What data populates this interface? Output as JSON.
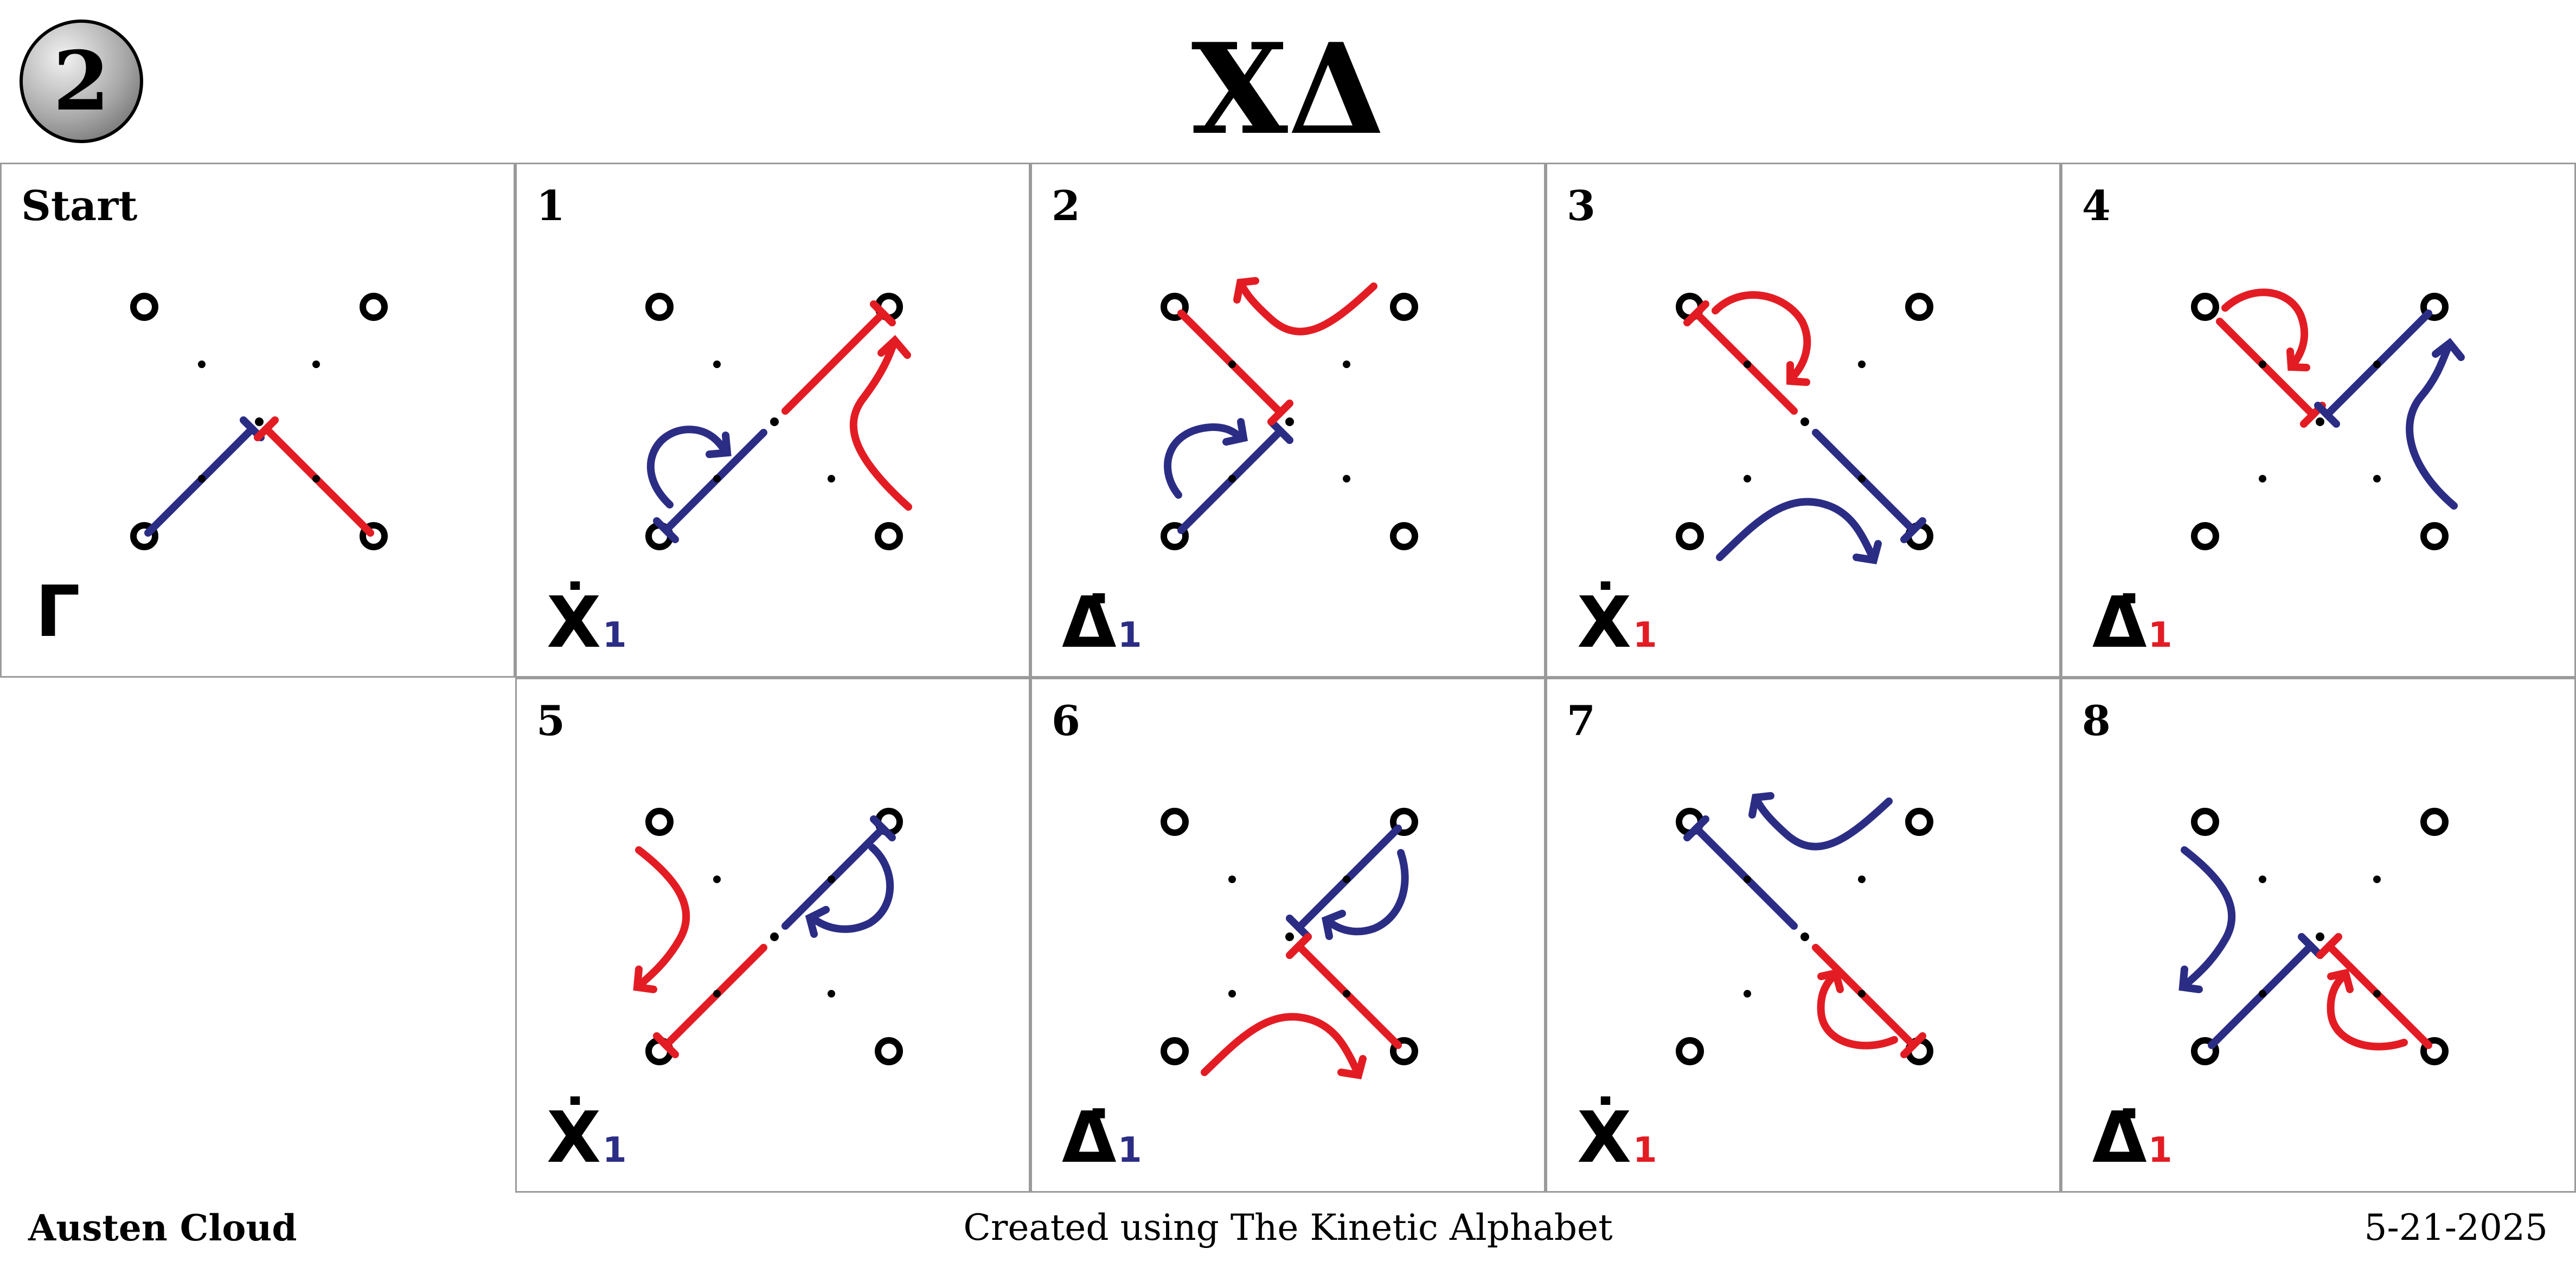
{
  "page": {
    "number": "2",
    "title": "XΔ"
  },
  "colors": {
    "blue": "#2b2d85",
    "red": "#e31c24",
    "black": "#000000"
  },
  "panels": [
    {
      "label": "Start",
      "glyph": "Γ",
      "sub": "",
      "sub_color": "black"
    },
    {
      "label": "1",
      "glyph": "Ẋ",
      "sub": "1",
      "sub_color": "blue"
    },
    {
      "label": "2",
      "glyph": "Δ̇",
      "sub": "1",
      "sub_color": "blue"
    },
    {
      "label": "3",
      "glyph": "Ẋ",
      "sub": "1",
      "sub_color": "red"
    },
    {
      "label": "4",
      "glyph": "Δ̇",
      "sub": "1",
      "sub_color": "red"
    },
    {
      "label": "5",
      "glyph": "Ẋ",
      "sub": "1",
      "sub_color": "blue"
    },
    {
      "label": "6",
      "glyph": "Δ̇",
      "sub": "1",
      "sub_color": "blue"
    },
    {
      "label": "7",
      "glyph": "Ẋ",
      "sub": "1",
      "sub_color": "red"
    },
    {
      "label": "8",
      "glyph": "Δ̇",
      "sub": "1",
      "sub_color": "red"
    }
  ],
  "footer": {
    "author": "Austen Cloud",
    "credit": "Created using The Kinetic Alphabet",
    "date": "5-21-2025"
  }
}
